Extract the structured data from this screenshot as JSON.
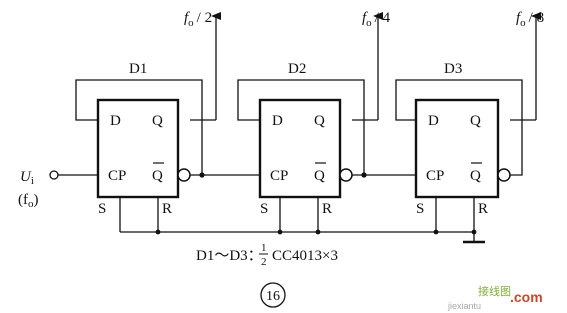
{
  "flipflops": [
    {
      "name": "D1",
      "pins": {
        "d": "D",
        "q": "Q",
        "cp": "CP",
        "qbar": "Q",
        "s": "S",
        "r": "R"
      }
    },
    {
      "name": "D2",
      "pins": {
        "d": "D",
        "q": "Q",
        "cp": "CP",
        "qbar": "Q",
        "s": "S",
        "r": "R"
      }
    },
    {
      "name": "D3",
      "pins": {
        "d": "D",
        "q": "Q",
        "cp": "CP",
        "qbar": "Q",
        "s": "S",
        "r": "R"
      }
    }
  ],
  "outputs": [
    {
      "f": "f",
      "sub": "o",
      "div": "/ 2"
    },
    {
      "f": "f",
      "sub": "o",
      "div": "/ 4"
    },
    {
      "f": "f",
      "sub": "o",
      "div": "/ 8"
    }
  ],
  "input": {
    "u": "U",
    "u_sub": "i",
    "alt": "(f",
    "alt_sub": "o",
    "alt_close": ")"
  },
  "caption": {
    "prefix": "D1～D3：",
    "frac_num": "1",
    "frac_den": "2",
    "suffix": "CC4013×3"
  },
  "figure_number": "16",
  "watermark": {
    "line1": "接线图",
    "line2": "jiexiantu",
    "dom": ".com"
  }
}
